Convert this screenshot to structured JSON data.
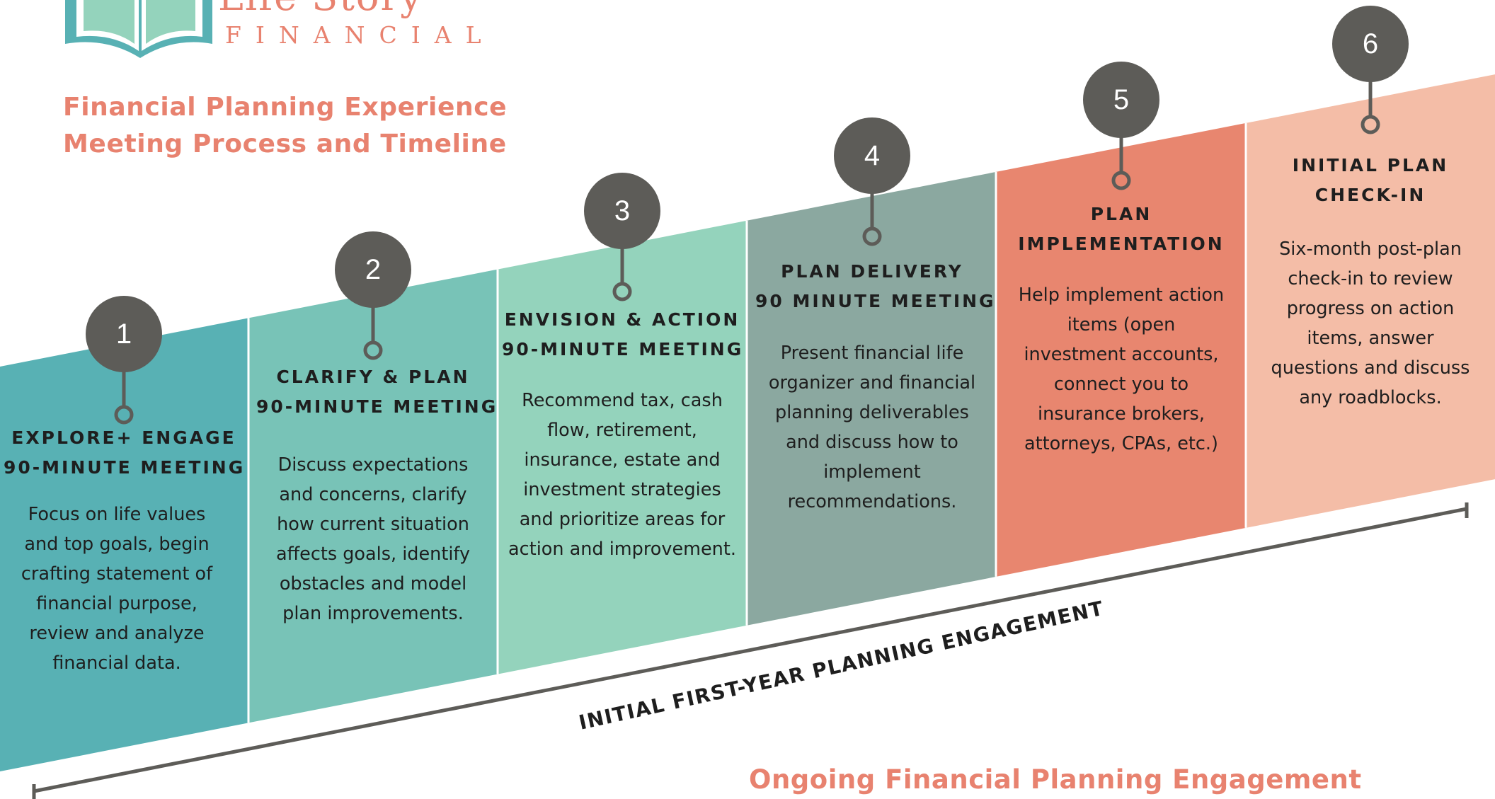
{
  "logo": {
    "name": "Life Story",
    "subtitle": "FINANCIAL"
  },
  "document": {
    "title_line1": "Financial Planning Experience",
    "title_line2": "Meeting Process and Timeline"
  },
  "colors": {
    "step1": "#58b1b4",
    "step2": "#78c3b7",
    "step3": "#94d3bc",
    "step4": "#8ba8a0",
    "step5": "#e8866f",
    "step6": "#f4bda7",
    "pin": "#5d5c58",
    "accent": "#e8826f",
    "text": "#1e1e1e"
  },
  "steps": [
    {
      "number": "1",
      "title_lines": [
        "EXPLORE+ ENGAGE",
        "90-MINUTE MEETING"
      ],
      "desc_lines": [
        "Focus on life values",
        "and top goals, begin",
        "crafting statement of",
        "financial purpose,",
        "review and analyze",
        "financial data."
      ]
    },
    {
      "number": "2",
      "title_lines": [
        "CLARIFY & PLAN",
        "90-MINUTE MEETING"
      ],
      "desc_lines": [
        "Discuss expectations",
        "and concerns, clarify",
        "how current situation",
        "affects goals, identify",
        "obstacles and model",
        "plan improvements."
      ]
    },
    {
      "number": "3",
      "title_lines": [
        "ENVISION & ACTION",
        "90-MINUTE MEETING"
      ],
      "desc_lines": [
        "Recommend tax, cash",
        "flow, retirement,",
        "insurance, estate and",
        "investment strategies",
        "and prioritize areas for",
        "action and improvement."
      ]
    },
    {
      "number": "4",
      "title_lines": [
        "PLAN DELIVERY",
        "90 MINUTE MEETING"
      ],
      "desc_lines": [
        "Present financial life",
        "organizer and financial",
        "planning deliverables",
        "and discuss how to",
        "implement",
        "recommendations."
      ]
    },
    {
      "number": "5",
      "title_lines": [
        "PLAN",
        "IMPLEMENTATION"
      ],
      "desc_lines": [
        "Help implement action",
        "items (open",
        "investment accounts,",
        "connect you to",
        "insurance brokers,",
        "attorneys, CPAs, etc.)"
      ]
    },
    {
      "number": "6",
      "title_lines": [
        "INITIAL PLAN",
        "CHECK-IN"
      ],
      "desc_lines": [
        "Six-month post-plan",
        "check-in to review",
        "progress on action",
        "items, answer",
        "questions and discuss",
        "any roadblocks."
      ]
    }
  ],
  "timeline": {
    "label": "INITIAL FIRST-YEAR PLANNING ENGAGEMENT"
  },
  "footer": {
    "ongoing": "Ongoing Financial Planning Engagement"
  }
}
